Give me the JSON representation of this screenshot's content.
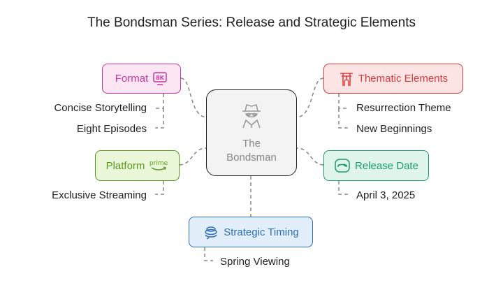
{
  "title": "The Bondsman Series: Release and Strategic Elements",
  "center": {
    "line1": "The",
    "line2": "Bondsman",
    "icon": "spy-icon"
  },
  "branches": {
    "format": {
      "label": "Format",
      "icon": "8k-icon",
      "color": "#c8379d",
      "children": [
        "Concise Storytelling",
        "Eight Episodes"
      ]
    },
    "platform": {
      "label": "Platform",
      "icon": "prime-icon",
      "color": "#5a9a1e",
      "children": [
        "Exclusive Streaming"
      ]
    },
    "thematic": {
      "label": "Thematic Elements",
      "icon": "shrine-icon",
      "color": "#d83b3b",
      "children": [
        "Resurrection Theme",
        "New Beginnings"
      ]
    },
    "release": {
      "label": "Release Date",
      "icon": "gamepad-icon",
      "color": "#1f9a6a",
      "children": [
        "April 3, 2025"
      ]
    },
    "timing": {
      "label": "Strategic Timing",
      "icon": "spiral-icon",
      "color": "#2c6fb6",
      "children": [
        "Spring Viewing"
      ]
    }
  }
}
